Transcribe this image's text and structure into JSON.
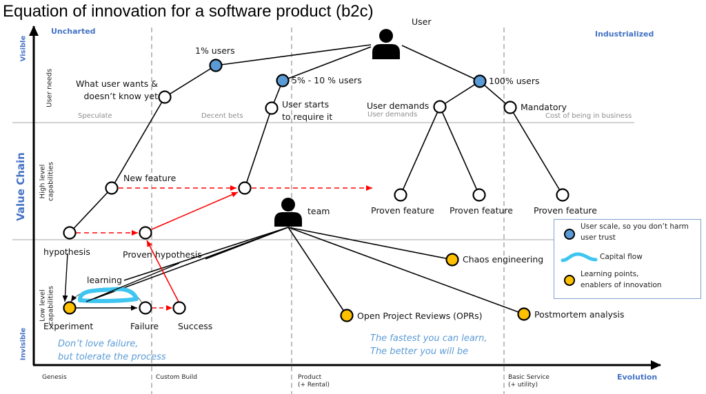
{
  "title": "Equation of innovation for a software product (b2c)",
  "colors": {
    "axis_label": "#4472c4",
    "user_scale_node": "#5b9bd5",
    "learning_node": "#ffc000",
    "capital_flow": "#3ec5f0",
    "progress_arrow": "#ff0000",
    "quote_text": "#5b9bd5"
  },
  "axes": {
    "y_label": "Value Chain",
    "y_top": "Visible",
    "y_bottom": "Invisible",
    "x_label": "Evolution",
    "corner_left": "Uncharted",
    "corner_right": "Industrialized",
    "rows": [
      "User needs",
      "High level capabilities",
      "Low level capabilities"
    ],
    "stages": [
      {
        "name": "Genesis",
        "sub": ""
      },
      {
        "name": "Custom Build",
        "sub": ""
      },
      {
        "name": "Product",
        "sub": "(+ Rental)"
      },
      {
        "name": "Basic Service",
        "sub": "(+ utility)"
      }
    ],
    "zone_labels": [
      "Speculate",
      "Decent bets",
      "User demands",
      "Cost of being in business"
    ]
  },
  "actors": {
    "user": "User",
    "team": "team"
  },
  "nodes": {
    "one_pct": "1% users",
    "five_ten_pct": "5% - 10 % users",
    "hundred_pct": "100% users",
    "wants_line1": "What user wants &",
    "wants_line2": "doesn’t know yet",
    "starts_line1": "User starts",
    "starts_line2": "to require it",
    "user_demands": "User demands",
    "mandatory": "Mandatory",
    "new_feature": "New feature",
    "proven_feature_1": "Proven feature",
    "proven_feature_2": "Proven feature",
    "proven_feature_3": "Proven feature",
    "hypothesis": "hypothesis",
    "proven_hypothesis": "Proven hypothesis",
    "learning": "learning",
    "experiment": "Experiment",
    "failure": "Failure",
    "success": "Success",
    "chaos": "Chaos engineering",
    "oprs": "Open Project Reviews (OPRs)",
    "postmortem": "Postmortem analysis"
  },
  "quotes": {
    "left_1": "Don’t love failure,",
    "left_2": "but tolerate the process",
    "right_1": "The fastest you can learn,",
    "right_2": "The better you will be"
  },
  "legend": {
    "item1_line1": "User scale, so you don’t harm",
    "item1_line2": "user trust",
    "item2": "Capital flow",
    "item3_line1": "Learning points,",
    "item3_line2": "enablers of innovation"
  }
}
